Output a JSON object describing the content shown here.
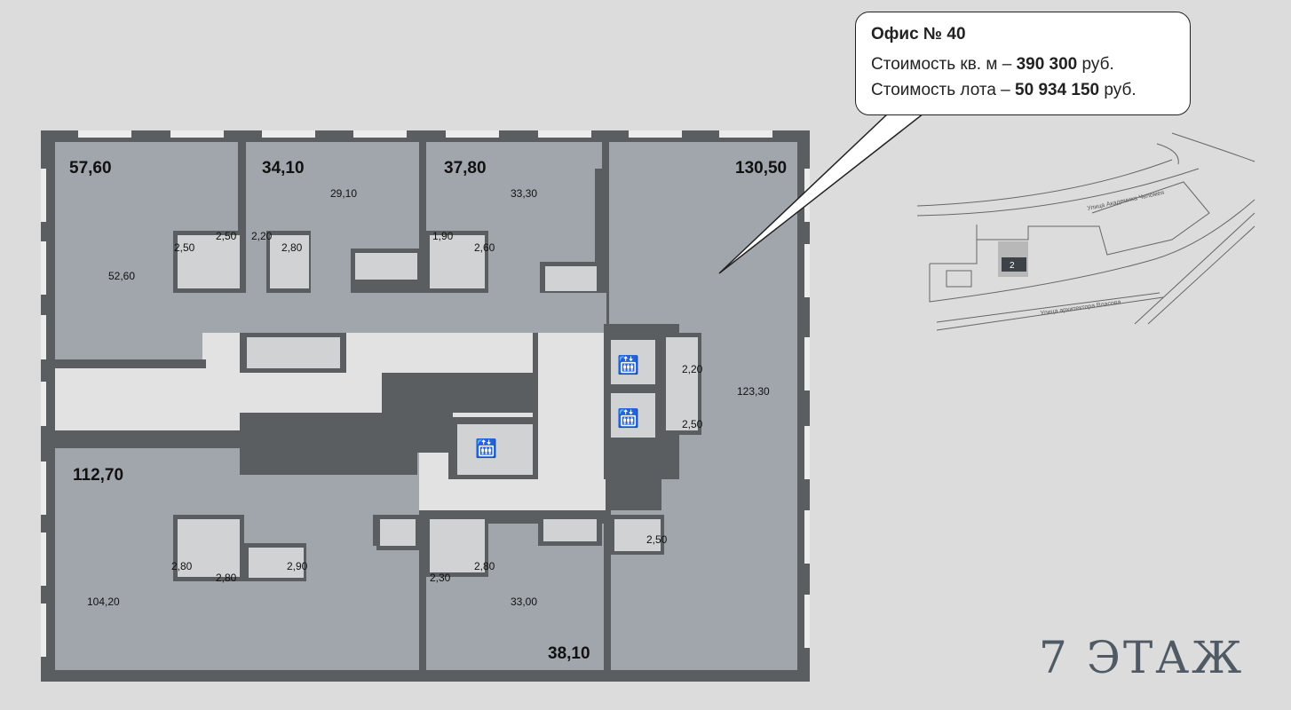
{
  "tooltip": {
    "title": "Офис № 40",
    "price_per_sqm_label": "Стоимость кв. м –",
    "price_per_sqm_value": "390 300",
    "lot_price_label": "Стоимость лота –",
    "lot_price_value": "50 934 150",
    "currency": "руб."
  },
  "floor": {
    "label": "7 ЭТАЖ"
  },
  "offices": [
    {
      "total": "57,60",
      "rooms": [
        "52,60",
        "2,50",
        "2,50"
      ]
    },
    {
      "total": "34,10",
      "rooms": [
        "29,10",
        "2,20",
        "2,80"
      ]
    },
    {
      "total": "37,80",
      "rooms": [
        "33,30",
        "1,90",
        "2,60"
      ]
    },
    {
      "total": "130,50",
      "rooms": [
        "123,30",
        "2,20",
        "2,50"
      ]
    },
    {
      "total": "112,70",
      "rooms": [
        "104,20",
        "2,80",
        "2,80",
        "2,90"
      ]
    },
    {
      "total": "38,10",
      "rooms": [
        "33,00",
        "2,30",
        "2,80",
        "2,50"
      ]
    }
  ],
  "minimap": {
    "building_number": "2",
    "street_1": "Улица Академика Челомея",
    "street_2": "Улица архитектора Власова"
  },
  "colors": {
    "background": "#dcdcdc",
    "room": "#a1a6ac",
    "wall": "#5b5e61",
    "core": "#e2e2e2"
  }
}
